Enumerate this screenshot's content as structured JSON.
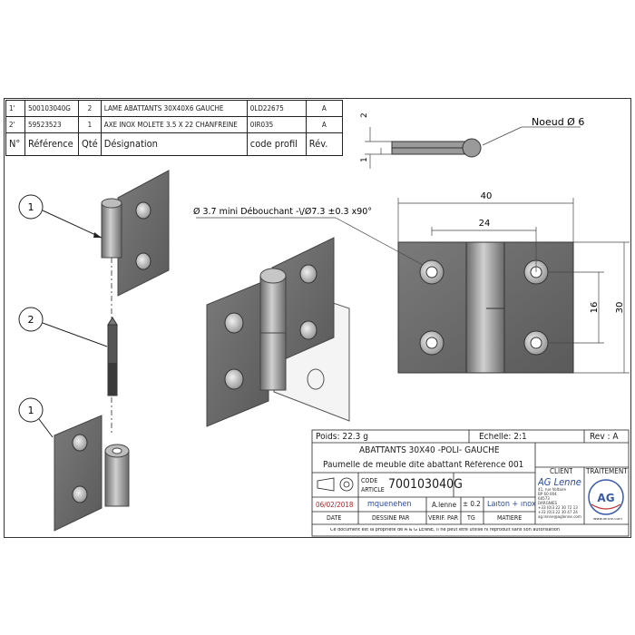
{
  "bom": {
    "headers": [
      "N°",
      "Référence",
      "Qté",
      "Désignation",
      "code profil",
      "Rév."
    ],
    "rows": [
      [
        "1'",
        "500103040G",
        "2",
        "LAME ABATTANTS 30X40X6 GAUCHE",
        "0LD22675",
        "A"
      ],
      [
        "2'",
        "59523523",
        "1",
        "AXE INOX MOLETE 3.5 X 22 CHANFREINE",
        "0IR035",
        "A"
      ]
    ]
  },
  "callouts": {
    "part1_top": "1",
    "part2": "2",
    "part1_bottom": "1"
  },
  "section_view": {
    "dim_2": "2",
    "dim_1": "1",
    "knuckle_note": "Noeud Ø 6"
  },
  "front_view": {
    "hole_note": "Ø 3.7 mini Débouchant -\\/Ø7.3 ±0.3 x90°",
    "dim_40": "40",
    "dim_24": "24",
    "dim_16": "16",
    "dim_30": "30"
  },
  "title_block": {
    "poids": "Poids: 22.3 g",
    "echelle": "Echelle: 2:1",
    "rev": "Rev : A",
    "title1": "ABATTANTS 30X40 -POLI- GAUCHE",
    "title2": "Paumelle de meuble dite abattant Référence 001",
    "code_label1": "CODE",
    "code_label2": "ARTICLE",
    "code": "700103040G",
    "client": "CLIENT",
    "traitement": "TRAITEMENT",
    "company_name": "AG Lenne",
    "company_addr": [
      "41, rue Voltaire",
      "BP 60 004",
      "60573",
      "DARGNIES",
      "+33 (0)3 22 30 72 13",
      "+33 (0)3 22 30 47 24",
      "ag.lenne@aglenne.com"
    ],
    "date_val": "06/02/2018",
    "drawn_val": "mquenehen",
    "verif_val": "A.lenne",
    "tol_val": "± 0.2",
    "matiere_val": "Laiton + inox",
    "date_lbl": "DATE",
    "drawn_lbl": "DESSINÉ PAR",
    "verif_lbl": "VÉRIF. PAR",
    "tol_lbl": "TG",
    "matiere_lbl": "MATIERE",
    "website": "www.lenne.com",
    "footer": "Ce document est la propriété de A & G LENNE, il ne peut être utilisé ni reproduit sans son autorisation"
  }
}
